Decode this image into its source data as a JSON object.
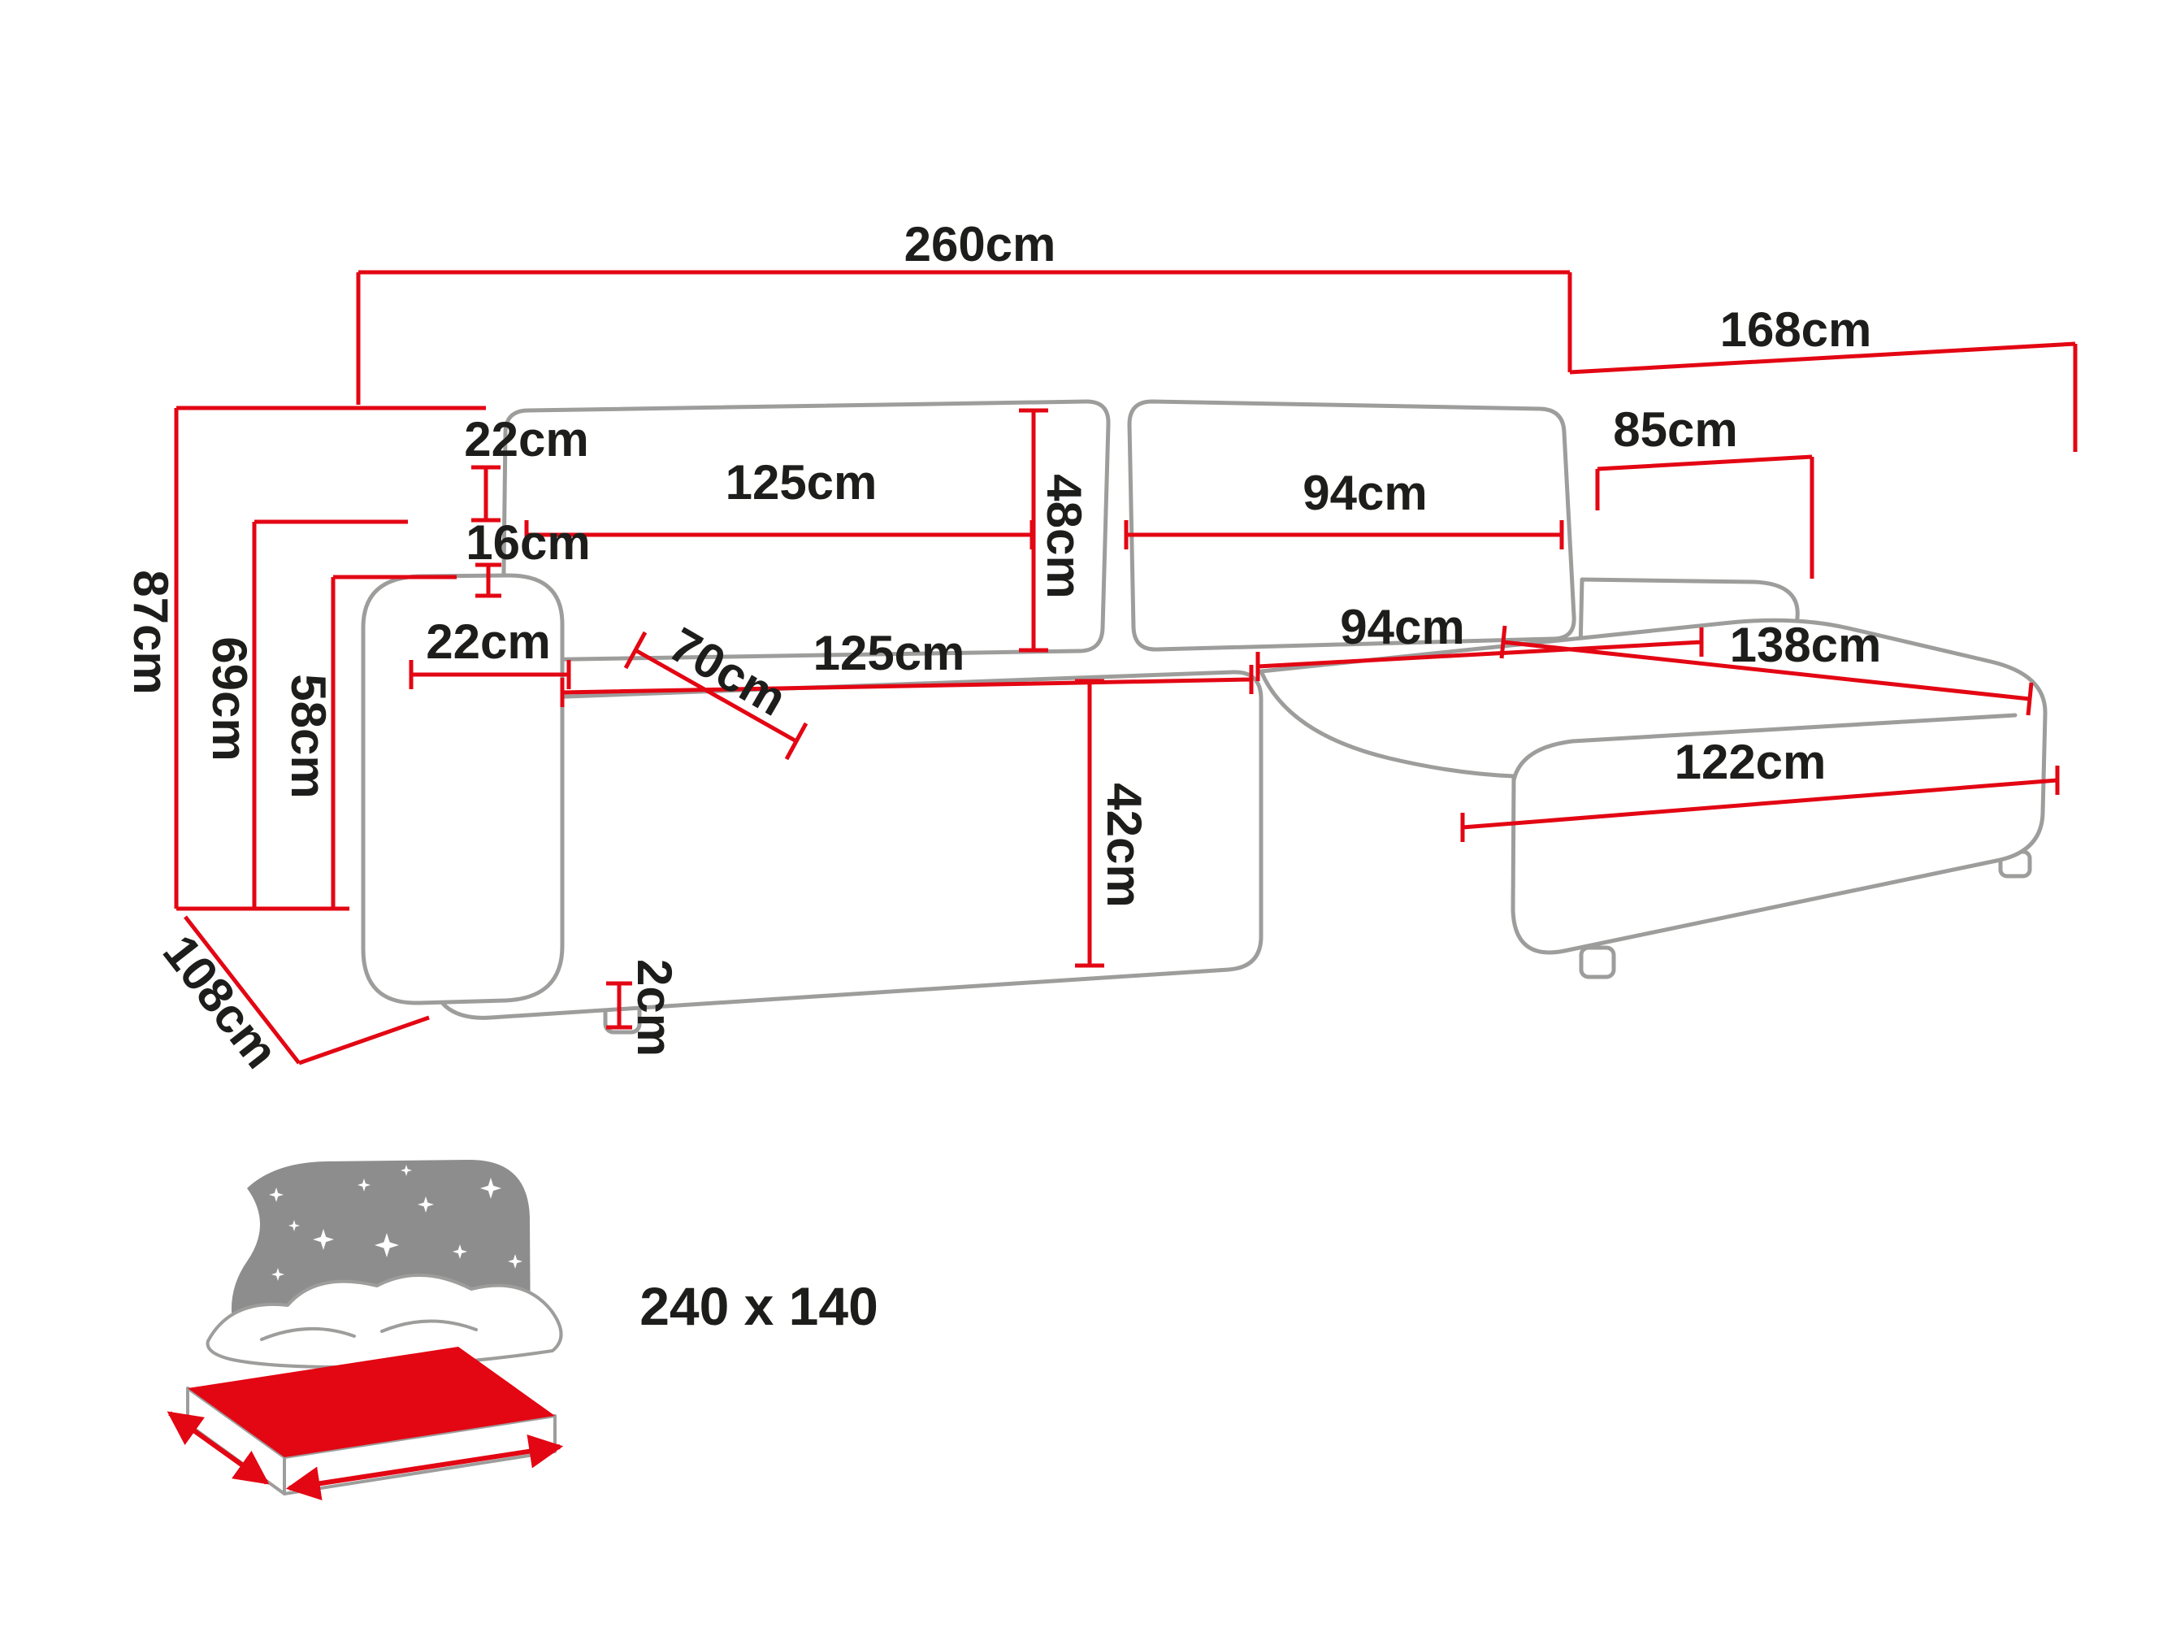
{
  "colors": {
    "red": "#e30613",
    "gray": "#9d9d9c",
    "ink": "#1d1d1b",
    "headboard": "#8d8d8d"
  },
  "icons": {
    "sleeping_area": "bed-icon"
  },
  "dims": {
    "total_width": "260cm",
    "total_depth_right": "168cm",
    "backrest_height": "85cm",
    "back_cushion_thickness": "22cm",
    "back_cushion_left_width": "125cm",
    "back_cushion_height": "48cm",
    "back_cushion_right_width": "94cm",
    "armrest_top_width": "16cm",
    "total_height": "87cm",
    "armrest_height": "69cm",
    "seat_back_height": "58cm",
    "armrest_width": "22cm",
    "seat_depth": "70cm",
    "seat_left_width": "125cm",
    "seat_right_width": "94cm",
    "chaise_length": "138cm",
    "chaise_width": "122cm",
    "seat_height": "42cm",
    "leg_height": "2cm",
    "total_depth_left": "108cm"
  },
  "bed": {
    "size_label": "240 x 140"
  }
}
